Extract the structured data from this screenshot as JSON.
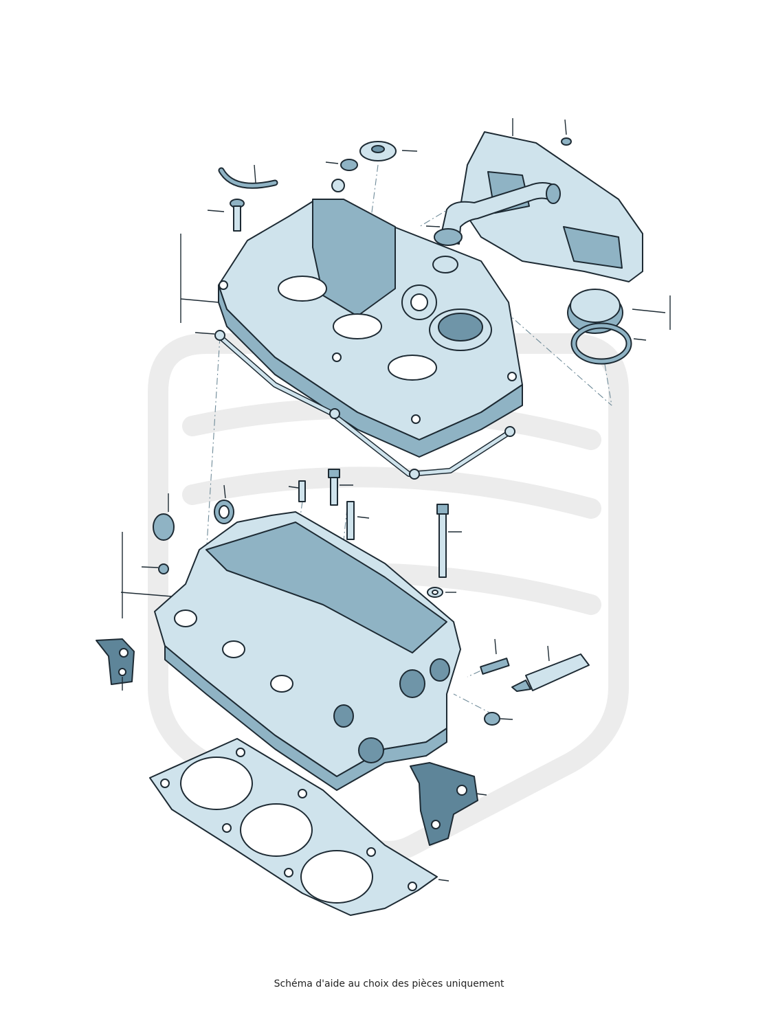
{
  "caption": "Schéma d'aide au choix des pièces uniquement",
  "colors": {
    "part_fill": "#cfe3ec",
    "part_shade": "#8fb3c4",
    "part_deep": "#5e8599",
    "outline": "#1d2a33",
    "watermark": "#ececec"
  },
  "parts": [
    {
      "name": "vent-hose-clip",
      "icon": "hose-icon"
    },
    {
      "name": "oil-filler-cap-seal",
      "icon": "seal-ring-icon"
    },
    {
      "name": "breather-flange",
      "icon": "flange-icon"
    },
    {
      "name": "heat-shield",
      "icon": "shield-icon"
    },
    {
      "name": "breather-hose",
      "icon": "hose-icon"
    },
    {
      "name": "stud-bolt",
      "icon": "bolt-icon"
    },
    {
      "name": "cylinder-head-cover",
      "icon": "cover-icon"
    },
    {
      "name": "oil-filler-cap",
      "icon": "cap-icon"
    },
    {
      "name": "o-ring",
      "icon": "o-ring-icon"
    },
    {
      "name": "cover-gasket",
      "icon": "gasket-icon"
    },
    {
      "name": "sealing-plug",
      "icon": "plug-icon"
    },
    {
      "name": "shaft-seal",
      "icon": "seal-ring-icon"
    },
    {
      "name": "guide-pin",
      "icon": "pin-icon"
    },
    {
      "name": "hex-bolt",
      "icon": "bolt-icon"
    },
    {
      "name": "stud",
      "icon": "stud-icon"
    },
    {
      "name": "cylinder-head-bolt",
      "icon": "bolt-icon"
    },
    {
      "name": "washer",
      "icon": "washer-icon"
    },
    {
      "name": "cylinder-head",
      "icon": "engine-head-icon"
    },
    {
      "name": "lifting-eye-left",
      "icon": "bracket-icon"
    },
    {
      "name": "threaded-pin",
      "icon": "pin-icon"
    },
    {
      "name": "sealant-tube",
      "icon": "tube-icon"
    },
    {
      "name": "plug-screw",
      "icon": "screw-icon"
    },
    {
      "name": "lifting-eye-right",
      "icon": "bracket-icon"
    },
    {
      "name": "cylinder-head-gasket",
      "icon": "gasket-icon"
    }
  ]
}
